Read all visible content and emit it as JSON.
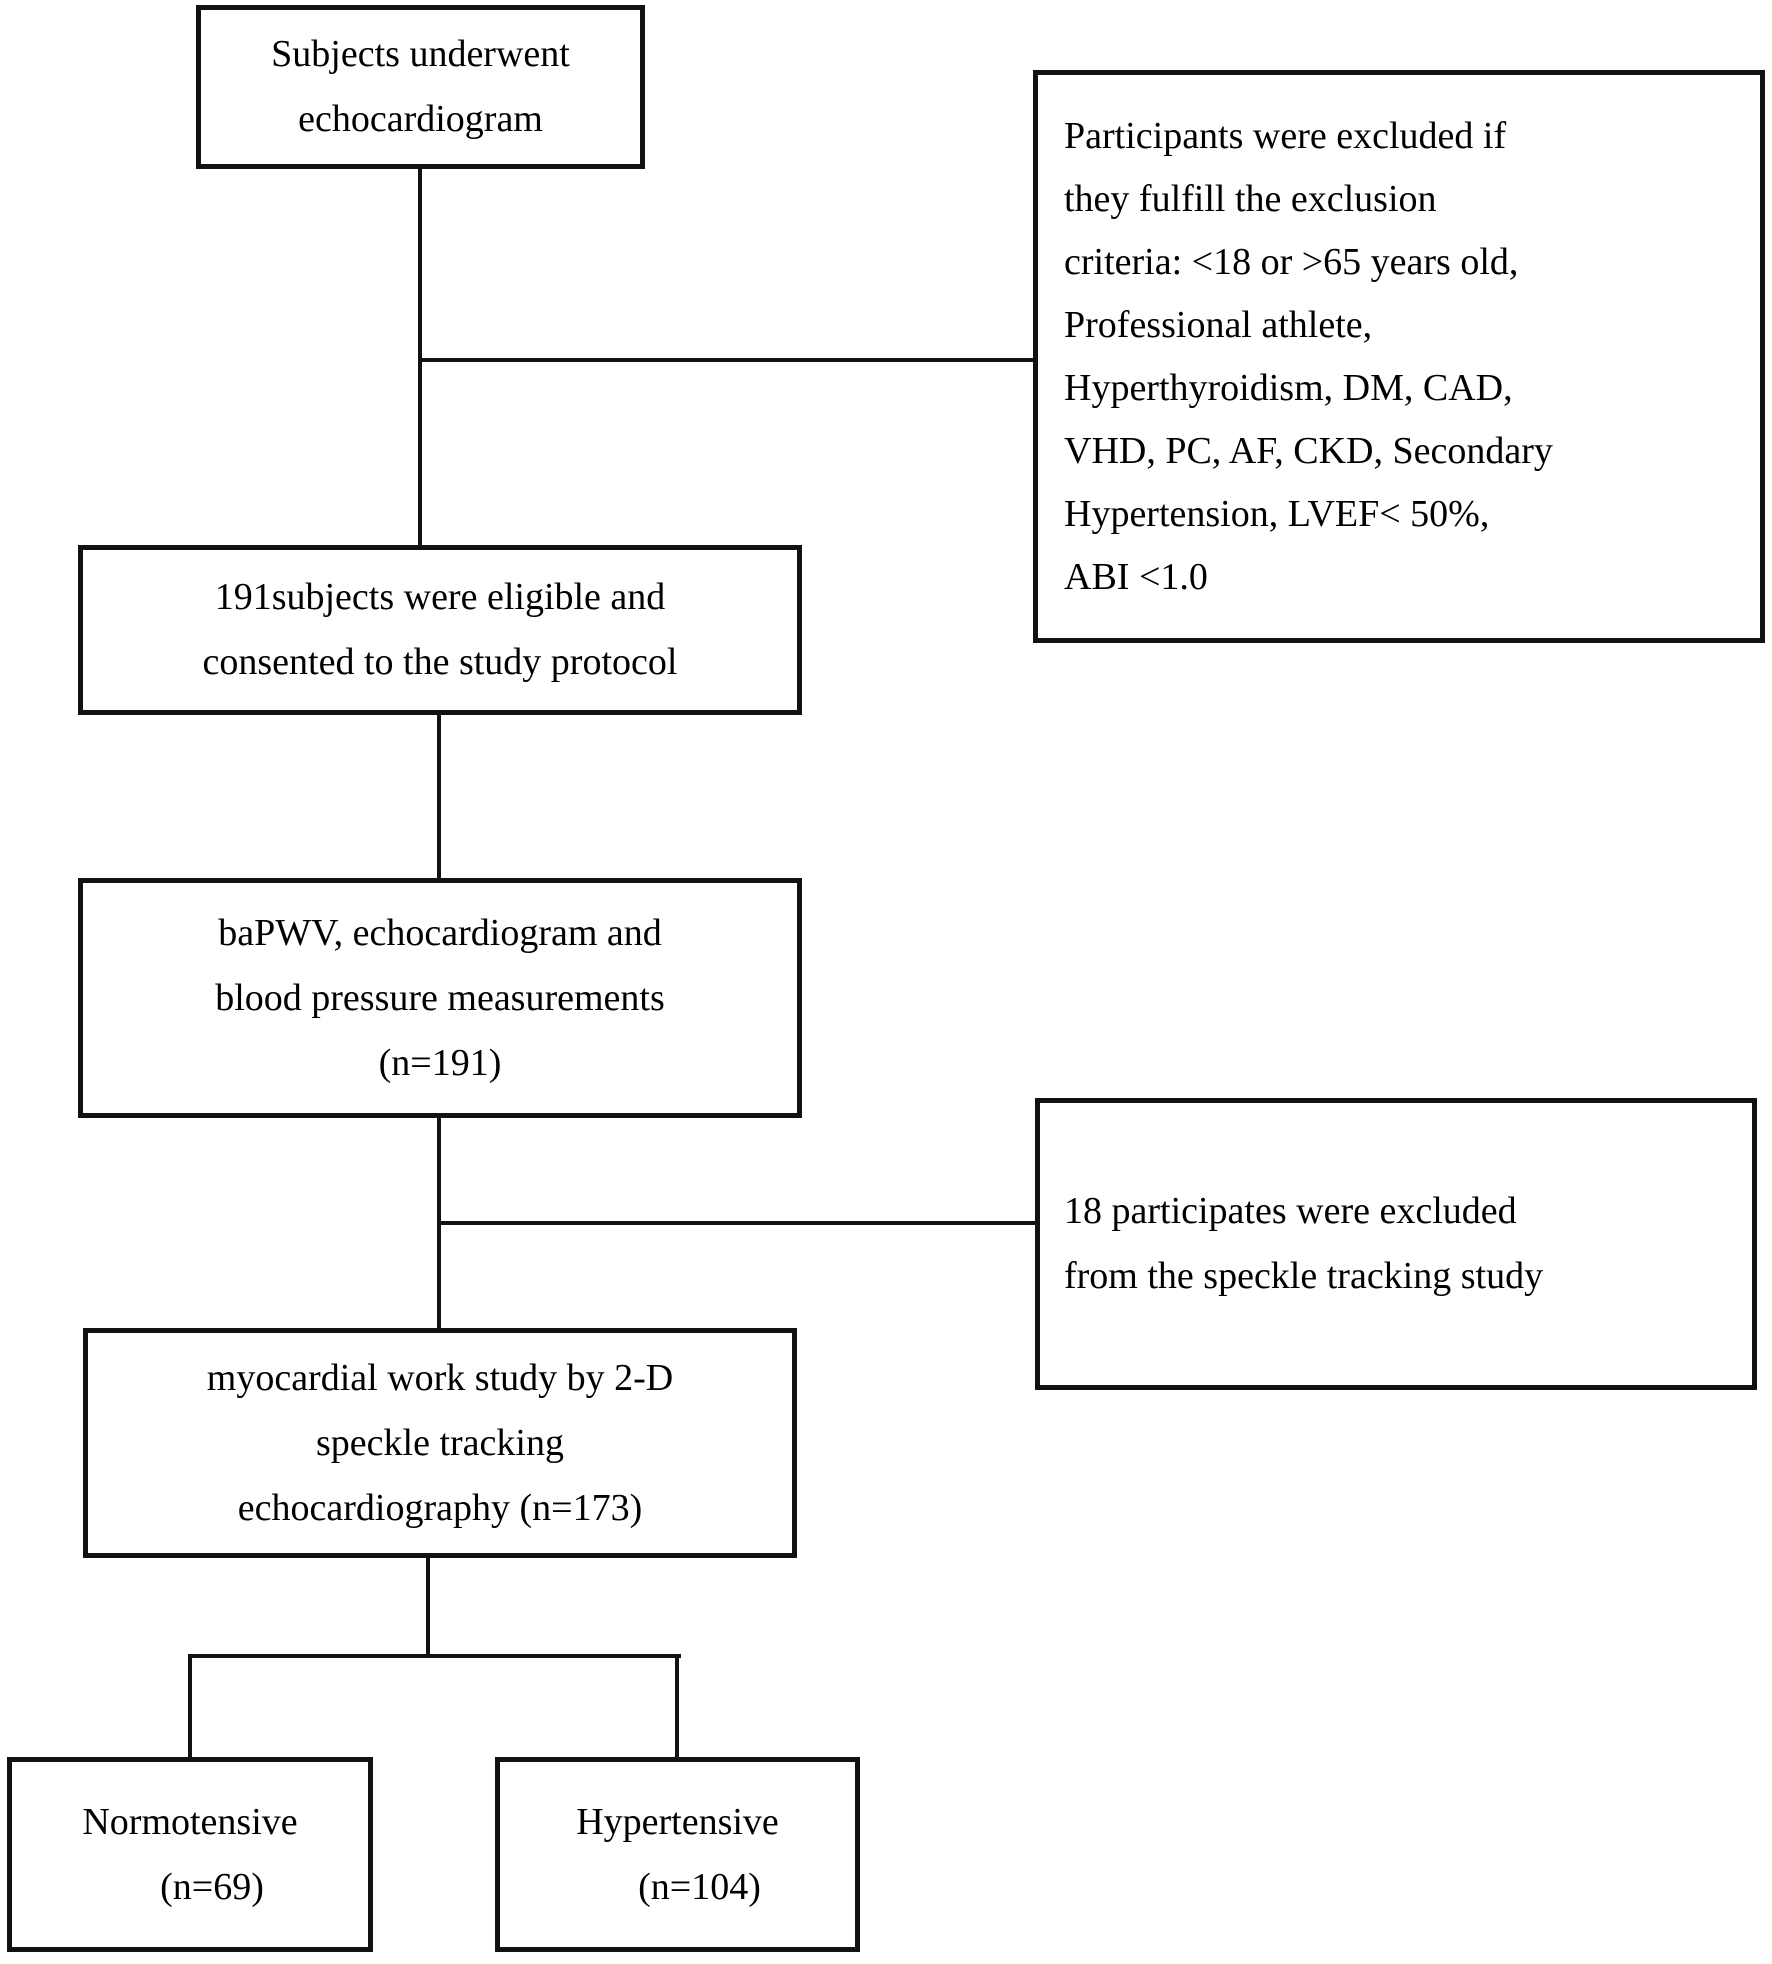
{
  "diagram": {
    "type": "study-flowchart",
    "background_color": "#ffffff",
    "line_color": "#121212",
    "boxes": {
      "subjects": {
        "lines": [
          "Subjects underwent",
          "echocardiogram"
        ]
      },
      "exclusion_criteria": {
        "lines": [
          "Participants were excluded if",
          "they fulfill the exclusion",
          "criteria: <18 or >65 years old,",
          "Professional athlete,",
          "Hyperthyroidism, DM, CAD,",
          "VHD, PC, AF, CKD, Secondary",
          "Hypertension, LVEF< 50%,",
          "ABI <1.0"
        ]
      },
      "eligible": {
        "lines": [
          "191subjects were eligible and",
          "consented to the study protocol"
        ]
      },
      "measurements": {
        "lines": [
          "baPWV, echocardiogram and",
          "blood pressure measurements",
          "(n=191)"
        ]
      },
      "excluded_speckle": {
        "lines": [
          "18 participates were excluded",
          "from the speckle tracking study"
        ]
      },
      "myocardial_work": {
        "lines": [
          "myocardial work study by 2-D",
          "speckle tracking",
          "echocardiography (n=173)"
        ]
      },
      "normotensive": {
        "lines": [
          "Normotensive",
          "(n=69)"
        ]
      },
      "hypertensive": {
        "lines": [
          "Hypertensive",
          "(n=104)"
        ]
      }
    }
  }
}
